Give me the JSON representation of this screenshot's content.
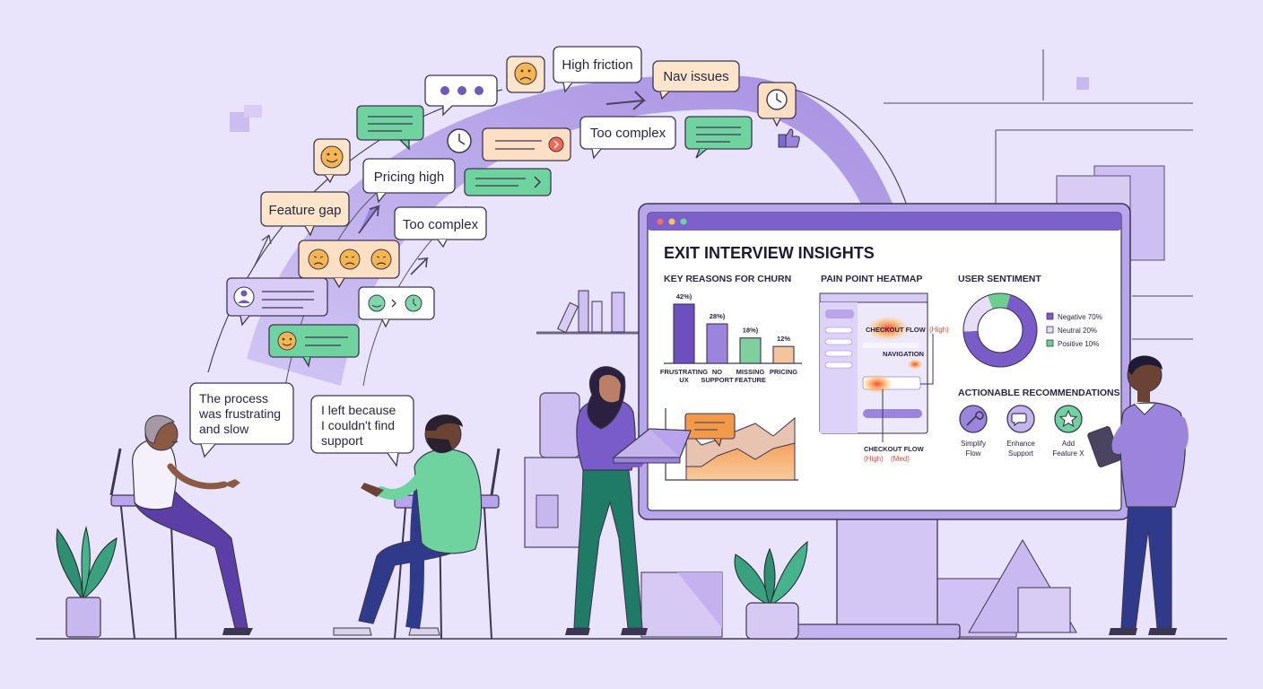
{
  "bubbles": {
    "high_friction": "High friction",
    "nav_issues": "Nav issues",
    "too_complex_top": "Too complex",
    "pricing_high": "Pricing high",
    "feature_gap": "Feature gap",
    "too_complex_mid": "Too complex",
    "quote_left": [
      "The process",
      "was frustrating",
      "and slow"
    ],
    "quote_right": [
      "I left because",
      "I couldn't find",
      "support"
    ]
  },
  "dashboard": {
    "title": "EXIT INTERVIEW INSIGHTS",
    "churn": {
      "heading": "KEY REASONS FOR CHURN",
      "bars": [
        {
          "value_label": "42%)",
          "label": [
            "FRUSTRATING",
            "UX"
          ],
          "value": 42,
          "color": "#6e4fbf"
        },
        {
          "value_label": "28%)",
          "label": [
            "NO",
            "SUPPORT"
          ],
          "value": 28,
          "color": "#9b85dc"
        },
        {
          "value_label": "18%)",
          "label": [
            "MISSING",
            "FEATURE"
          ],
          "value": 18,
          "color": "#7fcf9f"
        },
        {
          "value_label": "12%",
          "label": [
            "PRICING"
          ],
          "value": 12,
          "color": "#f6c49a"
        }
      ]
    },
    "heatmap": {
      "heading": "PAIN POINT HEATMAP",
      "checkout_flow": "CHECKOUT FLOW",
      "high_tag": "(High)",
      "navigation": "NAVIGATION",
      "bottom_label": "CHECKOUT FLOW",
      "bottom_high": "(High)",
      "bottom_med": "(Med)"
    },
    "sentiment": {
      "heading": "USER SENTIMENT",
      "items": [
        {
          "label": "Negative 70%",
          "value": 70,
          "color": "#7a5cc8"
        },
        {
          "label": "Neutral 20%",
          "value": 20,
          "color": "#e6def6"
        },
        {
          "label": "Positive 10%",
          "value": 10,
          "color": "#6ccf8f"
        }
      ]
    },
    "recommendations": {
      "heading": "ACTIONABLE RECOMMENDATIONS",
      "items": [
        {
          "label": [
            "Simplify",
            "Flow"
          ],
          "icon": "wrench-icon"
        },
        {
          "label": [
            "Enhance",
            "Support"
          ],
          "icon": "chat-icon"
        },
        {
          "label": [
            "Add",
            "Feature X"
          ],
          "icon": "star-icon"
        }
      ]
    }
  }
}
